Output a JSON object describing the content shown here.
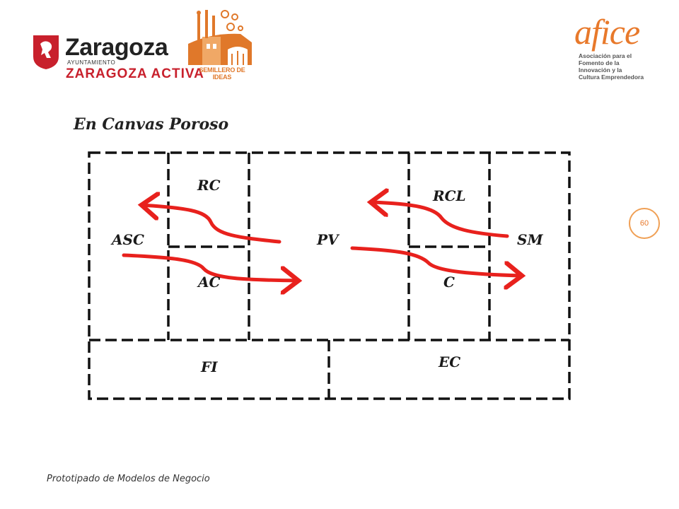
{
  "header": {
    "zaragoza_logo": {
      "name": "Zaragoza",
      "sub": "AYUNTAMIENTO",
      "activa": "ZARAGOZA ACTIVA"
    },
    "semillero_logo": {
      "label": "SEMILLERO DE IDEAS"
    },
    "afice_logo": {
      "word": "afice",
      "description": [
        "Asociación para el",
        "Fomento de la",
        "Innovación y la",
        "Cultura Emprendedora"
      ]
    }
  },
  "title": "En Canvas Poroso",
  "canvas": {
    "blocks": {
      "asc": "ASC",
      "rc": "RC",
      "ac": "AC",
      "pv": "PV",
      "rcl": "RCL",
      "c": "C",
      "sm": "SM",
      "fi": "FI",
      "ec": "EC"
    }
  },
  "page_number": "60",
  "footer": "Prototipado de Modelos de Negocio",
  "colors": {
    "arrow": "#e8211d",
    "border": "#111111",
    "accent_orange": "#e8792b",
    "zaragoza_red": "#c8202c"
  }
}
